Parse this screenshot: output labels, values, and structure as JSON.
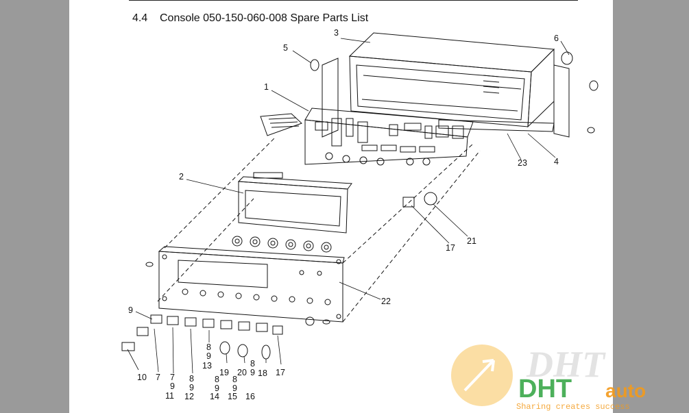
{
  "section": {
    "number": "4.4",
    "title": "Console 050-150-060-008 Spare Parts List"
  },
  "callouts": {
    "c1": "1",
    "c2": "2",
    "c3": "3",
    "c4": "4",
    "c5": "5",
    "c6": "6",
    "c9": "9",
    "c10": "10",
    "c17a": "17",
    "c17b": "17",
    "c18": "18",
    "c19": "19",
    "c20": "20",
    "c21": "21",
    "c22": "22",
    "c23": "23",
    "s7": [
      "7"
    ],
    "s7_9_11": [
      "7",
      "9",
      "11"
    ],
    "s8_9_12": [
      "8",
      "9",
      "12"
    ],
    "s8_9_13": [
      "8",
      "9",
      "13"
    ],
    "s8_9_14": [
      "8",
      "9",
      "14"
    ],
    "s8_9_15": [
      "8",
      "9",
      "15"
    ],
    "s8_9_16": [
      "8",
      "9",
      "16"
    ]
  },
  "watermark": {
    "brand_left": "DHT",
    "brand_right": "auto",
    "tagline": "Sharing creates success"
  }
}
